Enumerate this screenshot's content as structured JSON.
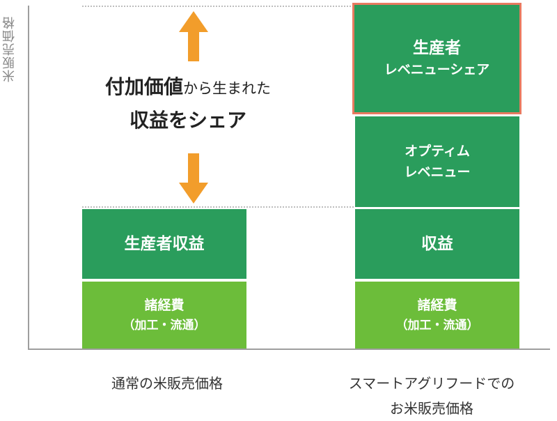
{
  "y_axis_label": "米販売価格",
  "left_bar": {
    "caption": "通常の米販売価格",
    "segments": {
      "revenue": "生産者収益",
      "cost_line1": "諸経費",
      "cost_line2": "（加工・流通）"
    }
  },
  "right_bar": {
    "caption_line1": "スマートアグリフードでの",
    "caption_line2": "お米販売価格",
    "segments": {
      "share_line1": "生産者",
      "share_line2": "レベニューシェア",
      "optim_line1": "オプティム",
      "optim_line2": "レベニュー",
      "revenue": "収益",
      "cost_line1": "諸経費",
      "cost_line2": "（加工・流通）"
    }
  },
  "annotation": {
    "emphasis": "付加価値",
    "rest": "から生まれた",
    "line2": "収益をシェア"
  },
  "colors": {
    "dark_green": "#2a9d5c",
    "light_green": "#6cbd3a",
    "arrow_orange": "#f29d2b",
    "highlight_border": "#e87a60"
  },
  "icons": [
    "arrow-up-icon",
    "arrow-down-icon"
  ]
}
